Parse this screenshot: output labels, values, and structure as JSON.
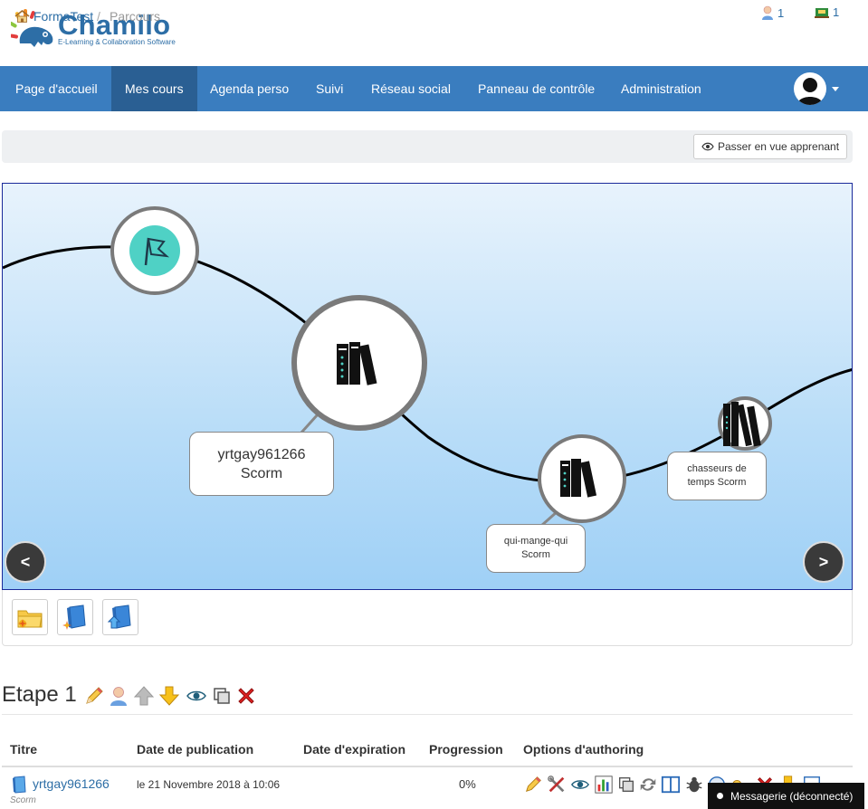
{
  "header": {
    "brand": "Chamilo",
    "tagline": "E-Learning & Collaboration Software",
    "users_online": "1",
    "inbox_count": "1"
  },
  "nav": {
    "items": [
      {
        "label": "Page d'accueil"
      },
      {
        "label": "Mes cours"
      },
      {
        "label": "Agenda perso"
      },
      {
        "label": "Suivi"
      },
      {
        "label": "Réseau social"
      },
      {
        "label": "Panneau de contrôle"
      },
      {
        "label": "Administration"
      }
    ],
    "active_index": 1
  },
  "breadcrumb": {
    "course": "FormaTest",
    "separator": "/",
    "current": "Parcours",
    "student_view_button": "Passer en vue apprenant"
  },
  "map": {
    "nodes": [
      {
        "label_line1": "yrtgay961266",
        "label_line2": "Scorm"
      },
      {
        "label_line1": "qui-mange-qui",
        "label_line2": "Scorm"
      },
      {
        "label_line1": "chasseurs de",
        "label_line2": "temps Scorm"
      }
    ],
    "prev_button": "<",
    "next_button": ">"
  },
  "section": {
    "title": "Etape 1"
  },
  "table": {
    "headers": [
      "Titre",
      "Date de publication",
      "Date d'expiration",
      "Progression",
      "Options d'authoring"
    ],
    "rows": [
      {
        "title": "yrtgay961266",
        "type": "Scorm",
        "published": "le 21 Novembre 2018 à 10:06",
        "expires": "",
        "progress": "0%"
      }
    ]
  },
  "chat": {
    "label": "Messagerie (déconnecté)"
  },
  "colors": {
    "nav_bg": "#3a7dbf",
    "nav_active": "#2a5f93",
    "link": "#2d6ea6"
  }
}
